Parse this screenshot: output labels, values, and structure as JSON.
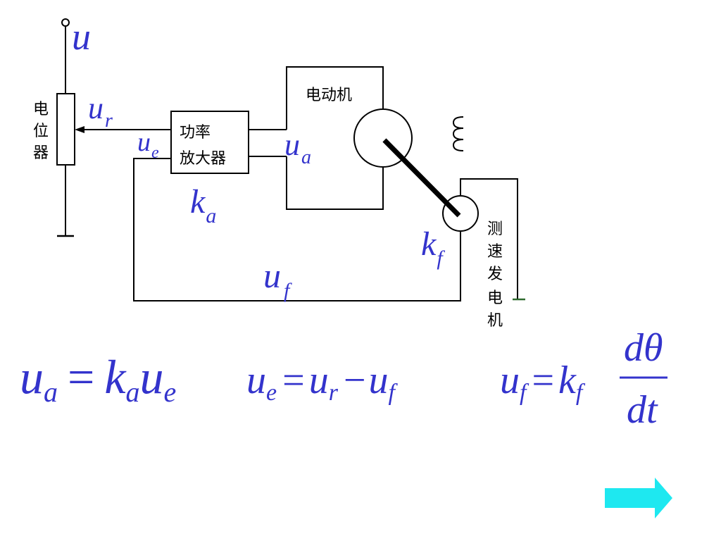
{
  "colors": {
    "wire": "#000000",
    "symbol": "#3333cc",
    "ground_tick": "#2f6b2f",
    "next_arrow": "#1ee8f0"
  },
  "diagram": {
    "supply_symbol": "u",
    "potentiometer_label": [
      "电",
      "位",
      "器"
    ],
    "ref_voltage": {
      "base": "u",
      "sub": "r"
    },
    "error_voltage": {
      "base": "u",
      "sub": "e"
    },
    "amplifier_label": [
      "功率",
      "放大器"
    ],
    "amplifier_gain": {
      "base": "k",
      "sub": "a"
    },
    "armature_voltage": {
      "base": "u",
      "sub": "a"
    },
    "motor_label": "电动机",
    "tacho_gain": {
      "base": "k",
      "sub": "f"
    },
    "feedback_voltage": {
      "base": "u",
      "sub": "f"
    },
    "tacho_label": [
      "测",
      "速",
      "发",
      "电",
      "机"
    ]
  },
  "equations": {
    "eq1": {
      "lhs_base": "u",
      "lhs_sub": "a",
      "rel": "=",
      "k_base": "k",
      "k_sub": "a",
      "u_base": "u",
      "u_sub": "e"
    },
    "eq2": {
      "lhs_base": "u",
      "lhs_sub": "e",
      "rel": "=",
      "t1_base": "u",
      "t1_sub": "r",
      "minus": "−",
      "t2_base": "u",
      "t2_sub": "f"
    },
    "eq3": {
      "lhs_base": "u",
      "lhs_sub": "f",
      "rel": "=",
      "k_base": "k",
      "k_sub": "f",
      "num": "dθ",
      "den": "dt"
    }
  },
  "nav": {
    "next_icon": "right-arrow-icon"
  }
}
